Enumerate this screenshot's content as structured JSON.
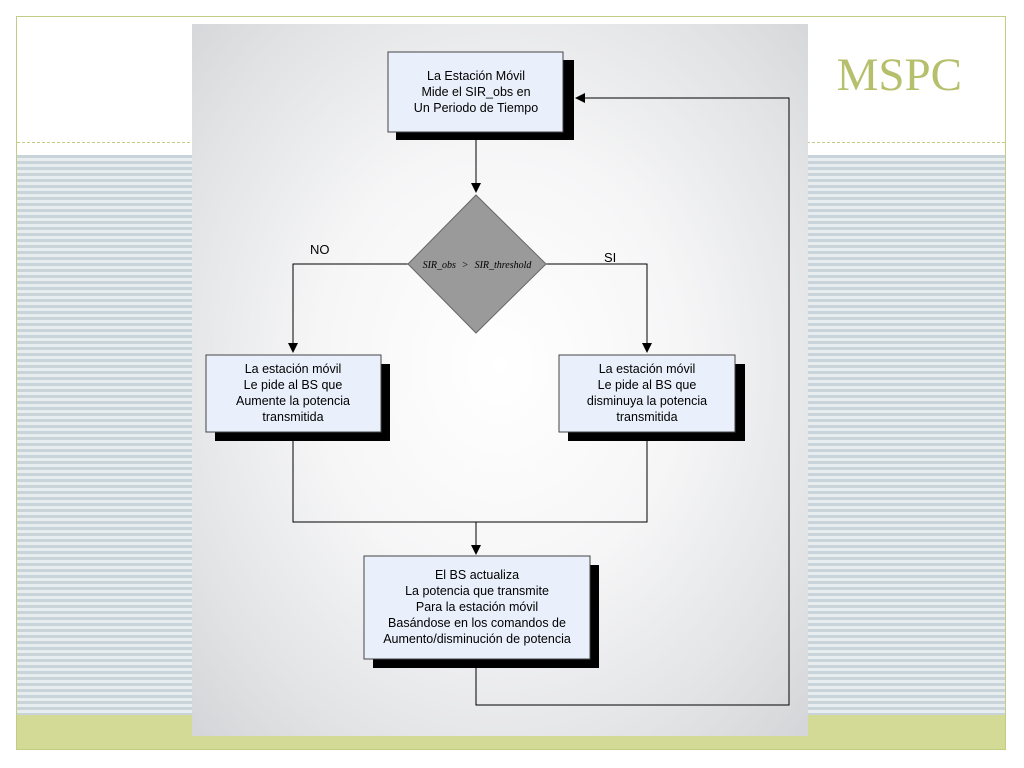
{
  "slide": {
    "title": "MSPC"
  },
  "flowchart": {
    "measure_box": [
      "La Estación Móvil",
      "Mide el SIR_obs en",
      "Un Periodo de Tiempo"
    ],
    "decision": {
      "left_operand": "SIR_obs",
      "operator": ">",
      "right_operand": "SIR_threshold"
    },
    "label_no": "NO",
    "label_si": "SI",
    "increase_box": [
      "La estación móvil",
      "Le pide al BS que",
      "Aumente la potencia",
      "transmitida"
    ],
    "decrease_box": [
      "La estación móvil",
      "Le pide al BS que",
      "disminuya la potencia",
      "transmitida"
    ],
    "update_box": [
      "El BS actualiza",
      "La potencia que transmite",
      "Para la estación móvil",
      "Basándose en los comandos de",
      "Aumento/disminución de potencia"
    ]
  },
  "colors": {
    "accent": "#b5bf6c",
    "box_fill": "#eaf0fb",
    "diamond_fill": "#9a9a9a"
  }
}
